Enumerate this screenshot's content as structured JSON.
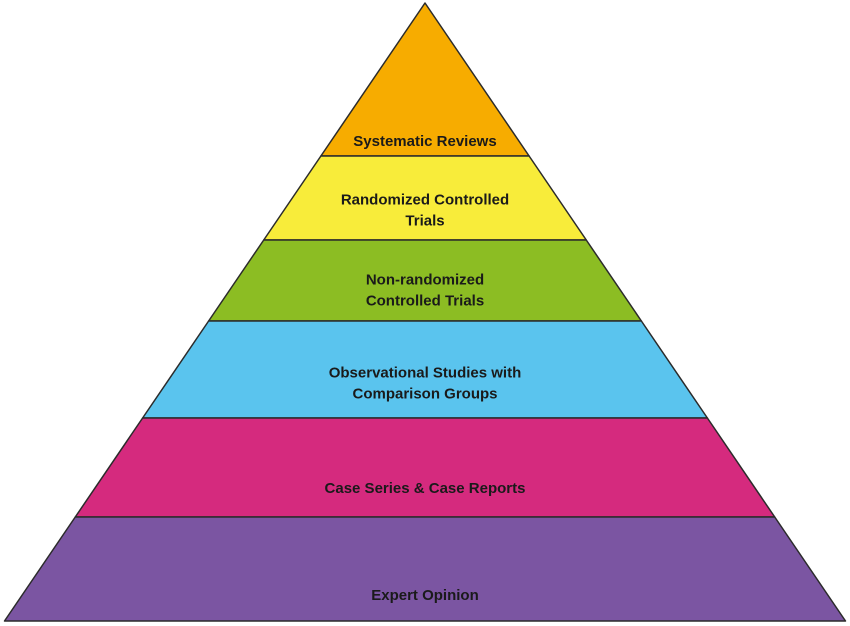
{
  "pyramid": {
    "layers": [
      {
        "lines": [
          "Systematic Reviews"
        ],
        "color": "#F7AC00"
      },
      {
        "lines": [
          "Randomized Controlled",
          "Trials"
        ],
        "color": "#F8EC3A"
      },
      {
        "lines": [
          "Non-randomized",
          "Controlled Trials"
        ],
        "color": "#8CBD23"
      },
      {
        "lines": [
          "Observational Studies with",
          "Comparison Groups"
        ],
        "color": "#5AC4EE"
      },
      {
        "lines": [
          "Case Series & Case Reports"
        ],
        "color": "#D52A7E"
      },
      {
        "lines": [
          "Expert Opinion"
        ],
        "color": "#7B55A2"
      }
    ],
    "outline_color": "#2b2b2b"
  }
}
